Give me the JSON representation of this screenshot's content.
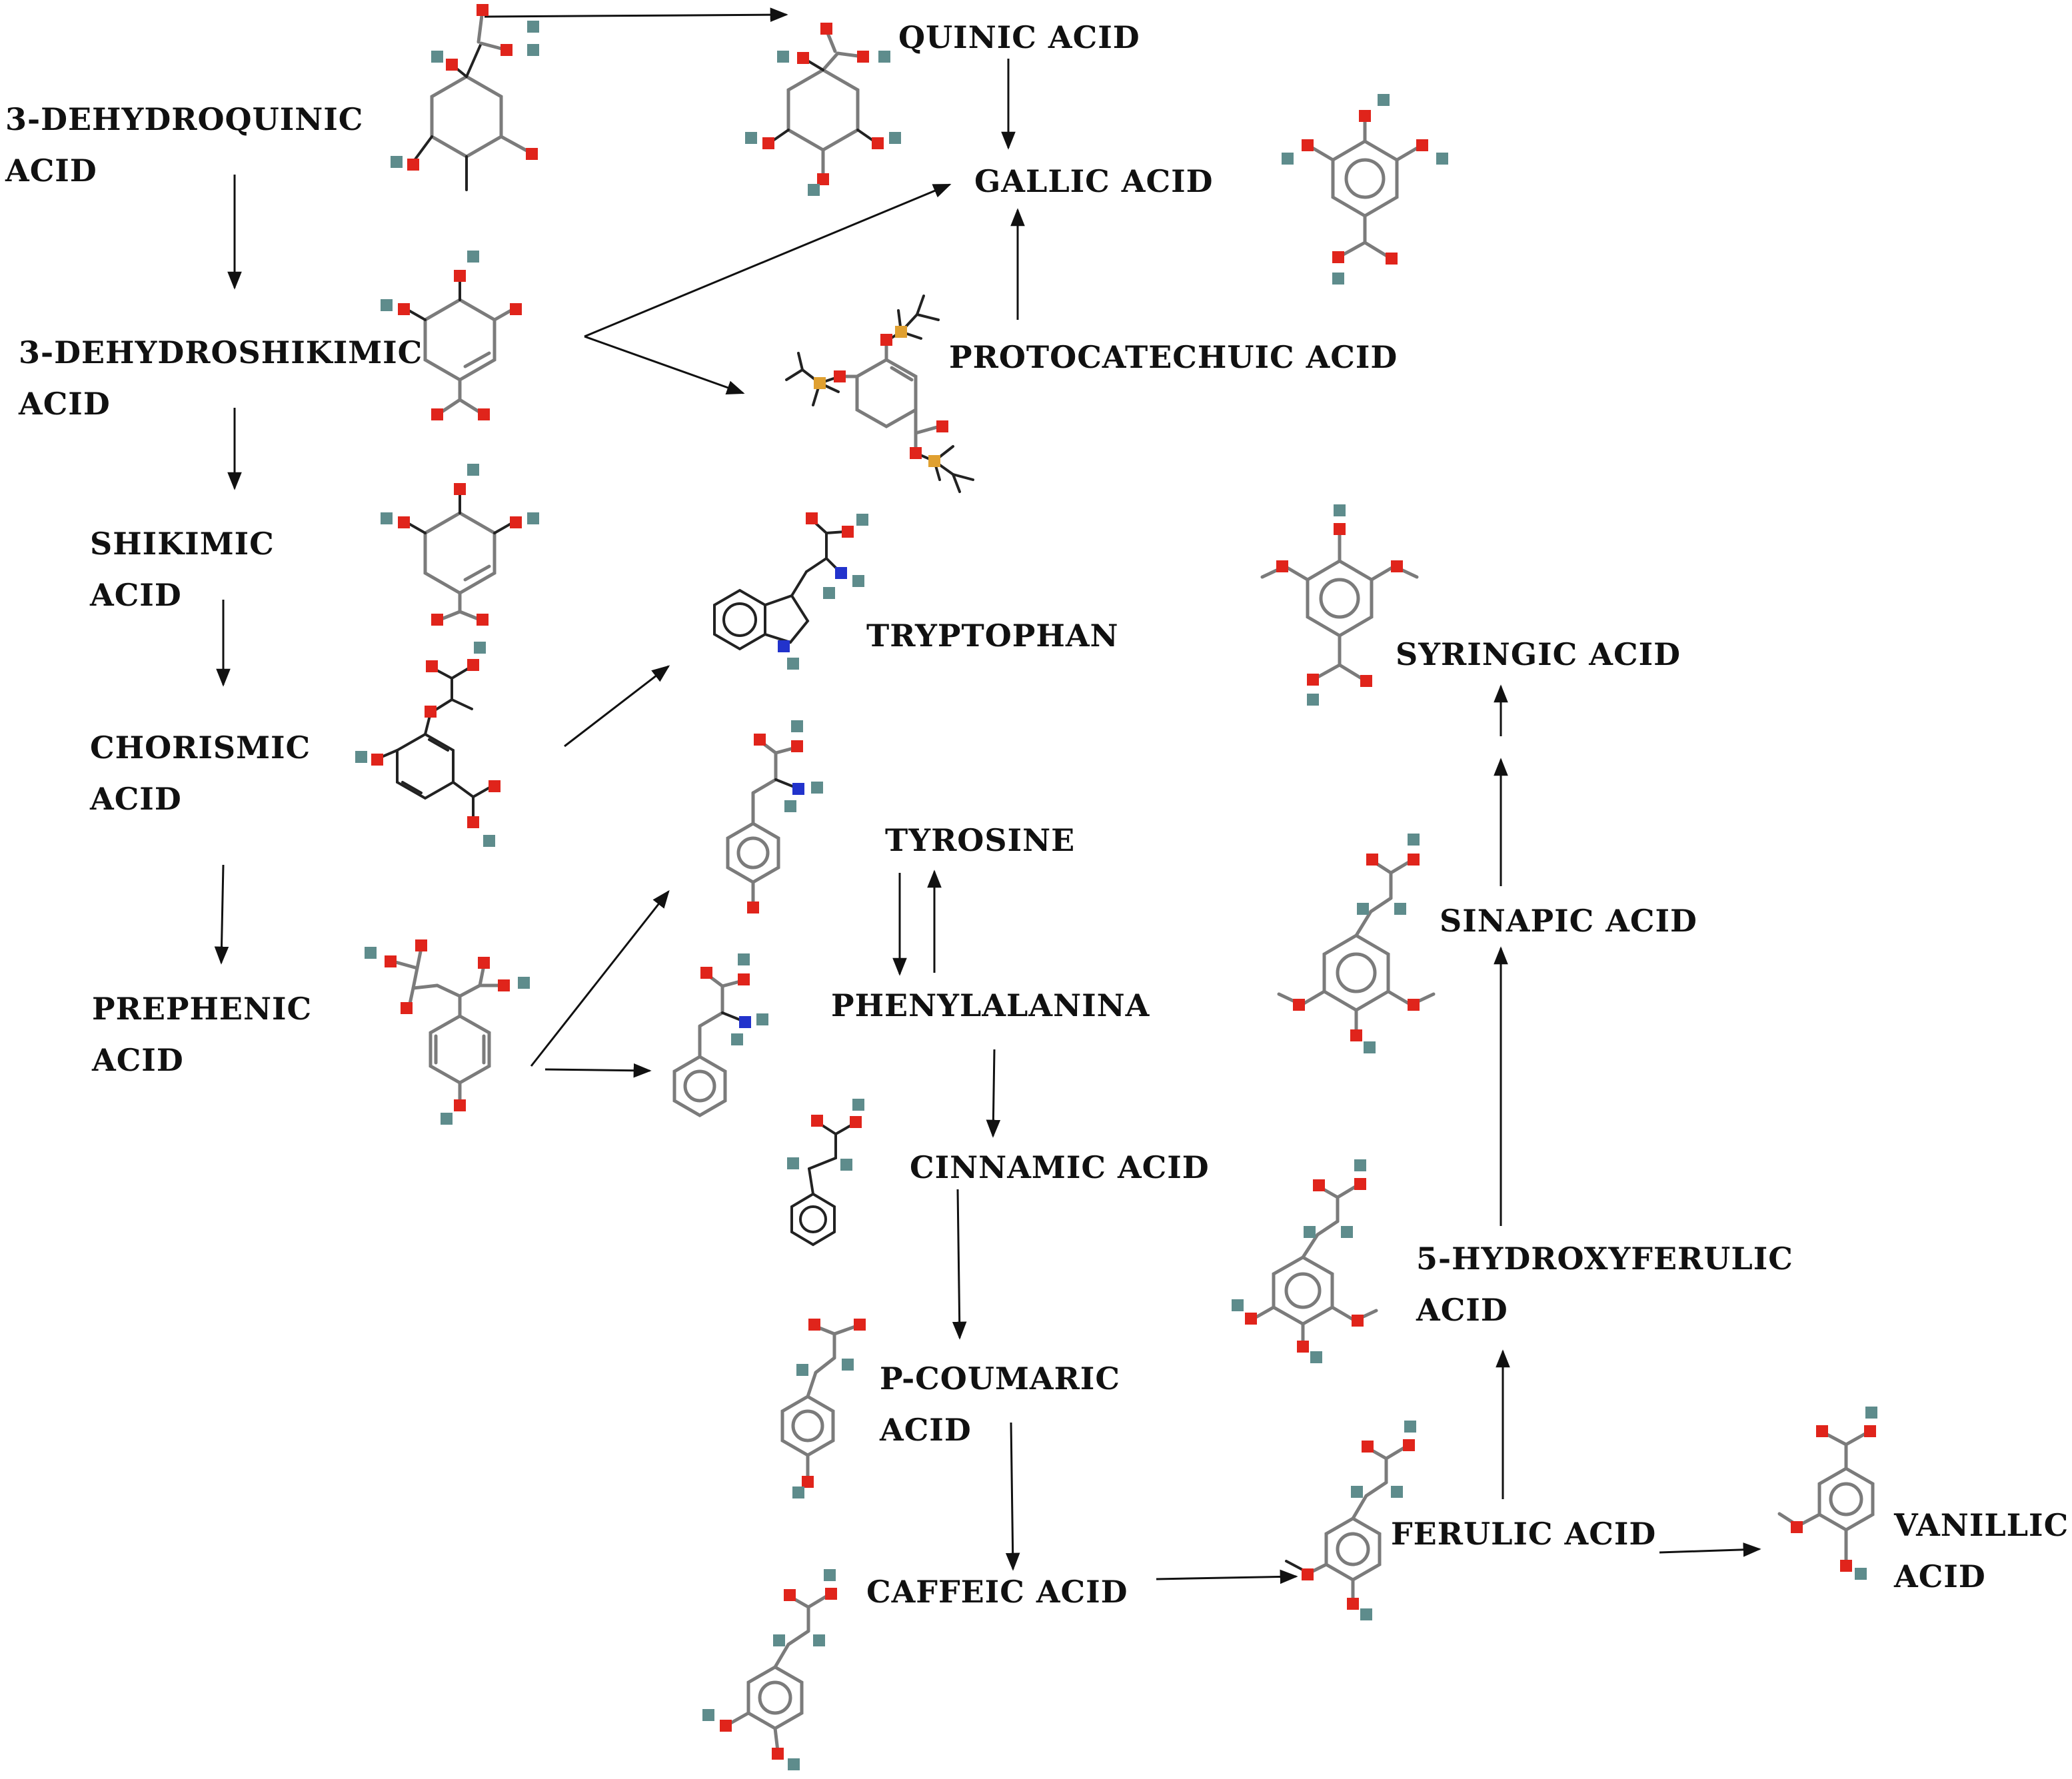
{
  "compounds": {
    "dehydroquinic": [
      "3-DEHYDROQUINIC",
      "ACID"
    ],
    "dehydroshikimic": [
      "3-DEHYDROSHIKIMIC",
      "ACID"
    ],
    "shikimic": [
      "SHIKIMIC",
      "ACID"
    ],
    "chorismic": [
      "CHORISMIC",
      "ACID"
    ],
    "prephenic": [
      "PREPHENIC",
      "ACID"
    ],
    "quinic": "QUINIC ACID",
    "gallic": "GALLIC  ACID",
    "protocatechuic": "PROTOCATECHUIC ACID",
    "tryptophan": "TRYPTOPHAN",
    "tyrosine": "TYROSINE",
    "phenylalanina": "PHENYLALANINA",
    "cinnamic": "CINNAMIC  ACID",
    "pcoumaric": [
      "P-COUMARIC",
      "ACID"
    ],
    "caffeic": "CAFFEIC  ACID",
    "ferulic": "FERULIC  ACID",
    "vanillic": [
      "VANILLIC",
      "ACID"
    ],
    "hydroxyferulic": [
      "5-HYDROXYFERULIC",
      "ACID"
    ],
    "sinapic": "SINAPIC  ACID",
    "syringic": "SYRINGIC  ACID"
  },
  "colors": {
    "oxygen": "#e0241b",
    "hydrogen": "#5e8c8c",
    "nitrogen": "#2233cc",
    "silicon": "#e0a030",
    "bond": "#7b7b7b",
    "arrow": "#111111"
  }
}
